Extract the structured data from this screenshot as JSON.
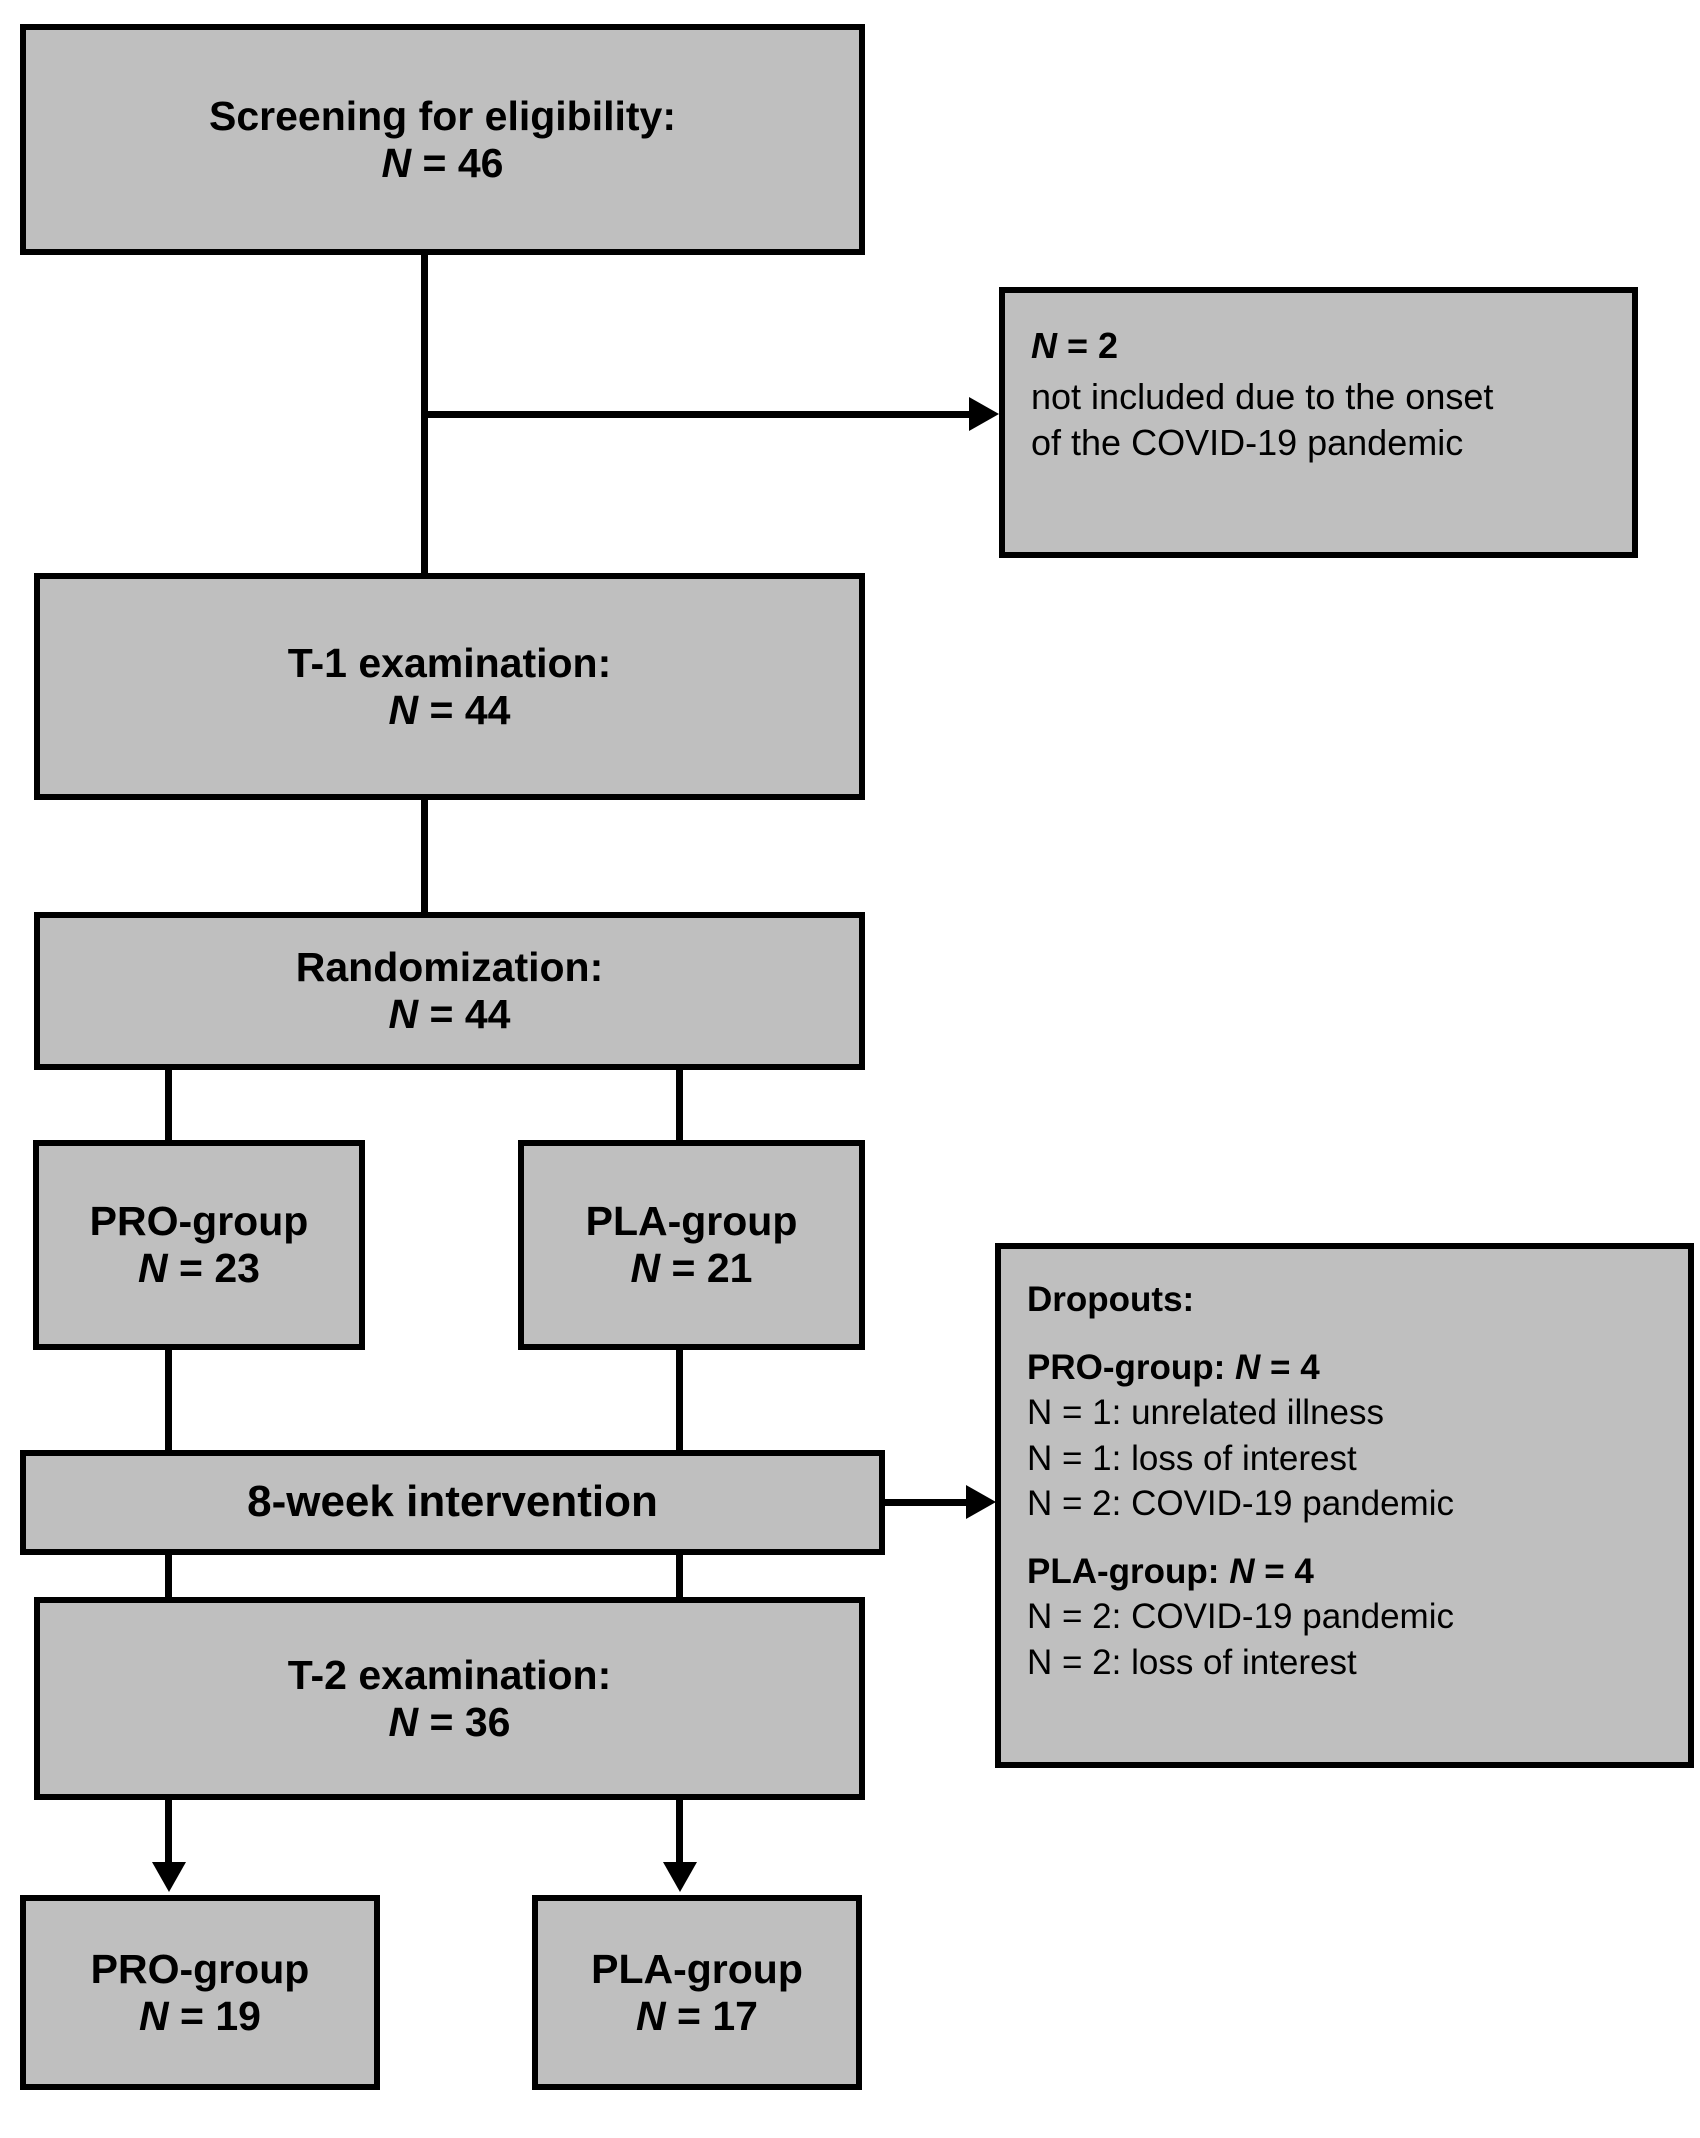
{
  "diagram": {
    "title": "CONSORT participant flow diagram",
    "colors": {
      "box_fill": "#bfbfbf",
      "box_border": "#000000",
      "text": "#000000",
      "background": "#ffffff"
    },
    "nodes": {
      "screening": {
        "label": "Screening for eligibility:",
        "n_symbol": "N",
        "n_eq": "= 46",
        "n_value": 46
      },
      "exclusion": {
        "n_symbol": "N",
        "n_eq": "= 2",
        "n_value": 2,
        "reason_line1": "not included due to the onset",
        "reason_line2": "of the COVID-19 pandemic"
      },
      "t1": {
        "label": "T-1 examination:",
        "n_symbol": "N",
        "n_eq": "= 44",
        "n_value": 44
      },
      "randomization": {
        "label": "Randomization:",
        "n_symbol": "N",
        "n_eq": "= 44",
        "n_value": 44
      },
      "pro_group_mid": {
        "label": "PRO-group",
        "n_symbol": "N",
        "n_eq": "= 23",
        "n_value": 23
      },
      "pla_group_mid": {
        "label": "PLA-group",
        "n_symbol": "N",
        "n_eq": "= 21",
        "n_value": 21
      },
      "intervention": {
        "label": "8-week intervention"
      },
      "dropouts": {
        "heading": "Dropouts:",
        "pro_heading_prefix": "PRO-group: ",
        "pro_heading_n_symbol": "N",
        "pro_heading_n_eq": " = 4",
        "pro_reasons": [
          "N = 1: unrelated illness",
          "N = 1: loss of interest",
          "N = 2: COVID-19 pandemic"
        ],
        "pla_heading_prefix": "PLA-group: ",
        "pla_heading_n_symbol": "N",
        "pla_heading_n_eq": " = 4",
        "pla_reasons": [
          "N = 2: COVID-19 pandemic",
          "N = 2: loss of interest"
        ]
      },
      "t2": {
        "label": "T-2 examination:",
        "n_symbol": "N",
        "n_eq": "= 36",
        "n_value": 36
      },
      "pro_group_end": {
        "label": "PRO-group",
        "n_symbol": "N",
        "n_eq": "= 19",
        "n_value": 19
      },
      "pla_group_end": {
        "label": "PLA-group",
        "n_symbol": "N",
        "n_eq": "= 17",
        "n_value": 17
      }
    }
  }
}
